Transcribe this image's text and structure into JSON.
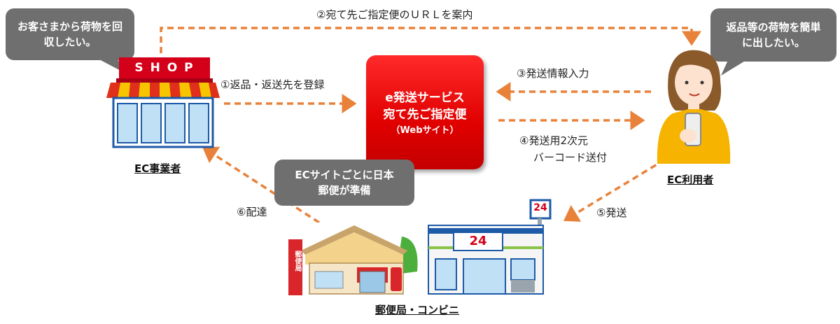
{
  "bubbles": {
    "ec_operator": "お客さまから荷物を回収したい。",
    "ec_user": "返品等の荷物を簡単に出したい。",
    "post_office": "ECサイトごとに日本郵便が準備"
  },
  "steps": {
    "step1": "①返品・返送先を登録",
    "step2": "②宛て先ご指定便のＵＲＬを案内",
    "step3": "③発送情報入力",
    "step4_line1": "④発送用2次元",
    "step4_line2": "バーコード送付",
    "step5": "⑤発送",
    "step6": "⑥配達"
  },
  "service": {
    "line1": "e発送サービス",
    "line2": "宛て先ご指定便",
    "line3": "（Webサイト）"
  },
  "actors": {
    "ec_operator": "EC事業者",
    "ec_user": "EC利用者",
    "post_convenience": "郵便局・コンビニ"
  },
  "shop_sign": "S H O P",
  "store_sign": "24",
  "post_sign": "郵便局",
  "colors": {
    "arrow": "#e8823a",
    "service_red": "#e00000",
    "bubble_gray": "#6f6f6f"
  }
}
